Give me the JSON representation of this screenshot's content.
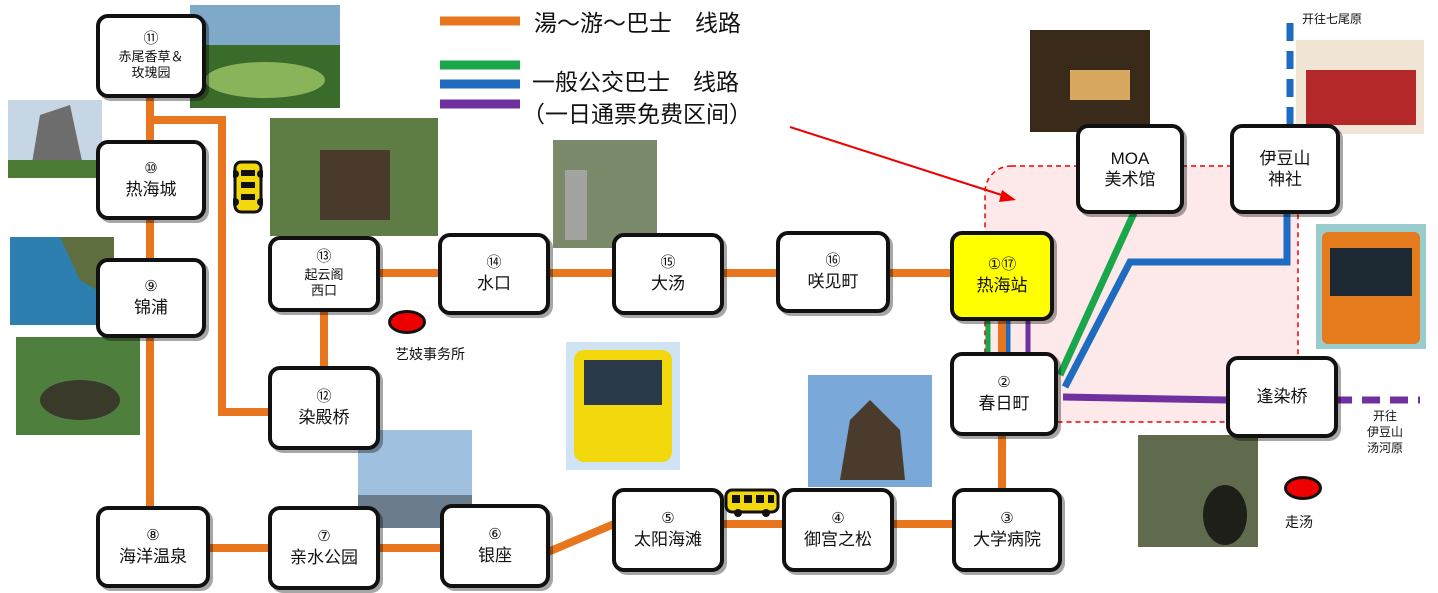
{
  "legend": {
    "yuyu_line": "湯～游～巴士　线路",
    "general_line": "一般公交巴士　线路",
    "general_note": "（一日通票免费区间）"
  },
  "stops": {
    "s11": {
      "num": "⑪",
      "name": "赤尾香草＆",
      "name2": "玫瑰园"
    },
    "s10": {
      "num": "⑩",
      "name": "热海城"
    },
    "s9": {
      "num": "⑨",
      "name": "锦浦"
    },
    "s8": {
      "num": "⑧",
      "name": "海洋温泉"
    },
    "s13": {
      "num": "⑬",
      "name": "起云阁",
      "name2": "西口"
    },
    "s12": {
      "num": "⑫",
      "name": "染殿桥"
    },
    "s14": {
      "num": "⑭",
      "name": "水口"
    },
    "s15": {
      "num": "⑮",
      "name": "大汤"
    },
    "s16": {
      "num": "⑯",
      "name": "咲见町"
    },
    "s1": {
      "num": "①⑰",
      "name": "热海站"
    },
    "s2": {
      "num": "②",
      "name": "春日町"
    },
    "s3": {
      "num": "③",
      "name": "大学病院"
    },
    "s4": {
      "num": "④",
      "name": "御宫之松"
    },
    "s5": {
      "num": "⑤",
      "name": "太阳海滩"
    },
    "s6": {
      "num": "⑥",
      "name": "银座"
    },
    "s7": {
      "num": "⑦",
      "name": "亲水公园"
    },
    "moa": {
      "name": "MOA",
      "name2": "美术馆"
    },
    "izusan": {
      "name": "伊豆山",
      "name2": "神社"
    },
    "aizome": {
      "name": "逢染桥"
    }
  },
  "labels": {
    "geisha": "艺妓事务所",
    "hashiriyu": "走汤",
    "to_nanaohara": "开往七尾原",
    "to_izusan_1": "开往",
    "to_izusan_2": "伊豆山",
    "to_izusan_3": "汤河原"
  },
  "colors": {
    "yuyu": "#e8761e",
    "green": "#1aa64a",
    "blue": "#1e6cc0",
    "purple": "#7030a0",
    "highlight": "#ffff00",
    "marker": "#e00000"
  }
}
